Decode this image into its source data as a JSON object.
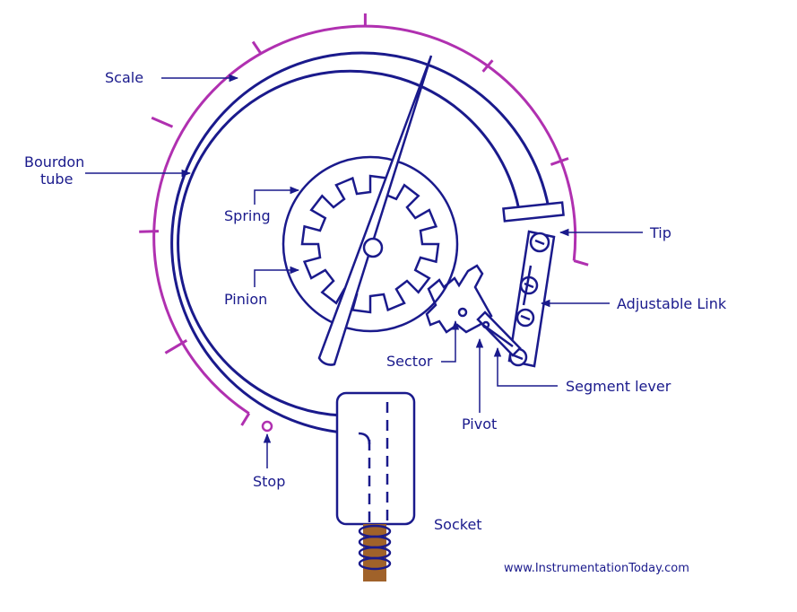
{
  "colors": {
    "line": "#1a1a8c",
    "scale": "#b030b0",
    "label": "#1a1a8c",
    "thread": "#a0622a"
  },
  "labels": {
    "scale": "Scale",
    "bourdon_tube_line1": "Bourdon",
    "bourdon_tube_line2": "tube",
    "spring": "Spring",
    "pinion": "Pinion",
    "sector": "Sector",
    "pivot": "Pivot",
    "stop": "Stop",
    "socket": "Socket",
    "tip": "Tip",
    "adjustable_link": "Adjustable Link",
    "segment_lever": "Segment lever"
  },
  "watermark": "www.InstrumentationToday.com"
}
